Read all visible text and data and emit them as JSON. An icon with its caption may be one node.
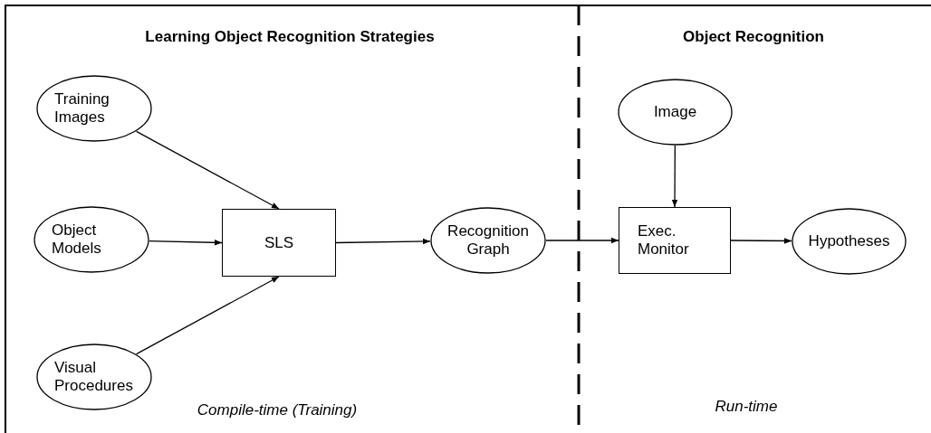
{
  "diagram": {
    "nodes": [
      {
        "text": [
          "Training Images"
        ]
      },
      {
        "text": [
          "Object Models"
        ]
      },
      {
        "text": [
          "Visual Procedures"
        ]
      },
      {
        "text": [
          "SLS"
        ]
      },
      {
        "text": [
          "Recognition Graph"
        ]
      },
      {
        "text": [
          "Image"
        ]
      },
      {
        "text": [
          "Exec. Monitor"
        ]
      },
      {
        "text": [
          "Hypotheses"
        ]
      }
    ],
    "edges": [
      {
        "from": 0,
        "to": 3,
        "arrow": "to"
      },
      {
        "from": 1,
        "to": 3,
        "arrow": "to"
      },
      {
        "from": 2,
        "to": 3,
        "arrow": "to"
      },
      {
        "from": 3,
        "to": 4,
        "arrow": "to"
      },
      {
        "from": 4,
        "to": 6,
        "arrow": "to"
      },
      {
        "from": 5,
        "to": 6,
        "arrow": "to"
      },
      {
        "from": 6,
        "to": 7,
        "arrow": "to"
      }
    ],
    "labels": [
      "Learning Object Recognition Strategies",
      "Object Recognition",
      "Compile-time (Training)",
      "Run-time"
    ]
  }
}
